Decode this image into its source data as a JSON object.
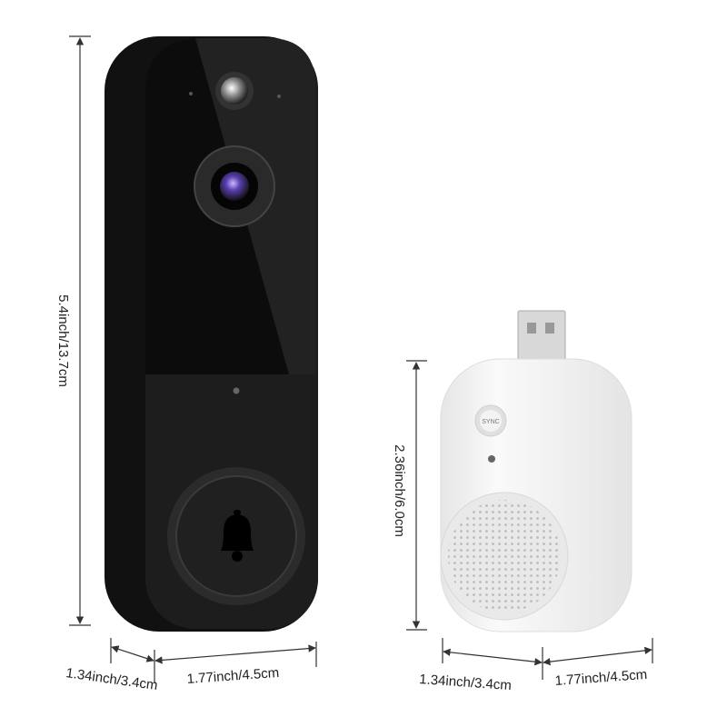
{
  "doorbell": {
    "height_label": "5.4inch/13.7cm",
    "depth_label": "1.34inch/3.4cm",
    "width_label": "1.77inch/4.5cm"
  },
  "chime": {
    "height_label": "2.36inch/6.0cm",
    "depth_label": "1.34inch/3.4cm",
    "width_label": "1.77inch/4.5cm",
    "button_label": "SYNC"
  },
  "colors": {
    "doorbell_body": "#1a1a1a",
    "chime_body": "#f2f2f2",
    "dimension_lines": "#333333"
  }
}
